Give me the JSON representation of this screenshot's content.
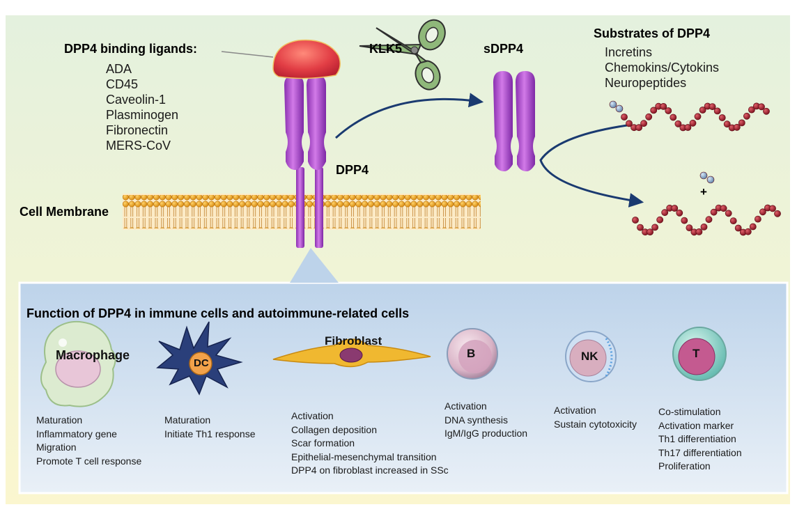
{
  "ligands": {
    "title": "DPP4 binding ligands:",
    "items": [
      "ADA",
      "CD45",
      "Caveolin-1",
      "Plasminogen",
      "Fibronectin",
      "MERS-CoV"
    ]
  },
  "labels": {
    "klk5": "KLK5",
    "sdpp4": "sDPP4",
    "dpp4": "DPP4",
    "membrane": "Cell Membrane",
    "plus": "+"
  },
  "substrates": {
    "title": "Substrates of DPP4",
    "items": [
      "Incretins",
      "Chemokins/Cytokins",
      "Neuropeptides"
    ]
  },
  "panel": {
    "title": "Function of DPP4 in immune cells and autoimmune-related cells",
    "cells": [
      {
        "name": "Macrophage",
        "functions": [
          "Maturation",
          "Inflammatory gene",
          "Migration",
          "Promote T cell response"
        ]
      },
      {
        "name": "DC",
        "functions": [
          "Maturation",
          "Initiate Th1 response"
        ]
      },
      {
        "name": "Fibroblast",
        "functions": [
          "Activation",
          "Collagen deposition",
          "Scar formation",
          "Epithelial-mesenchymal transition",
          "DPP4 on fibroblast increased in SSc"
        ]
      },
      {
        "name": "B",
        "functions": [
          "Activation",
          "DNA synthesis",
          "IgM/IgG production"
        ]
      },
      {
        "name": "NK",
        "functions": [
          "Activation",
          "Sustain cytotoxicity"
        ]
      },
      {
        "name": "T",
        "functions": [
          "Co-stimulation",
          "Activation marker",
          "Th1 differentiation",
          "Th17 differentiation",
          "Proliferation"
        ]
      }
    ]
  },
  "colors": {
    "receptor": "#a040c8",
    "ligand": "#e0404a",
    "peptide": "#a01828",
    "membrane_head": "#f0a020",
    "arrow": "#1a3a70"
  }
}
